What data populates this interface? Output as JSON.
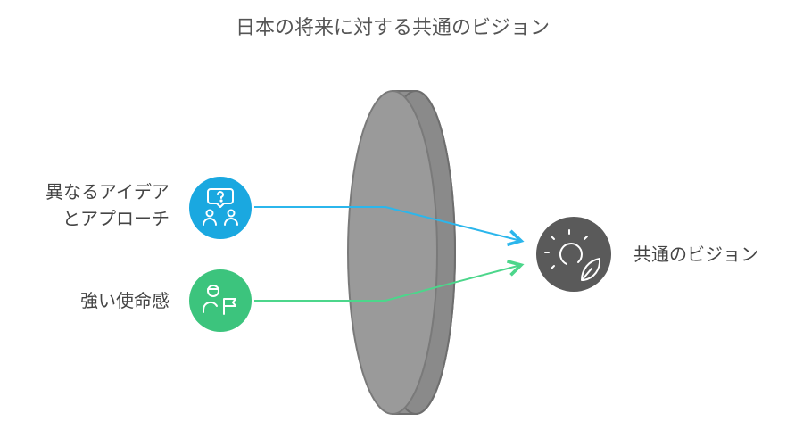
{
  "title": "日本の将来に対する共通のビジョン",
  "inputs": [
    {
      "lines": [
        "異なるアイデア",
        "とアプローチ"
      ],
      "icon": "people-question-icon",
      "color": "#1aa8e0"
    },
    {
      "lines": [
        "強い使命感"
      ],
      "icon": "person-flag-icon",
      "color": "#3cc47d"
    }
  ],
  "lens": {
    "fill": "#9a9a9a",
    "edge": "#7a7a7a"
  },
  "output": {
    "label": "共通のビジョン",
    "icon": "sun-leaf-icon",
    "color": "#5a5a5a"
  }
}
